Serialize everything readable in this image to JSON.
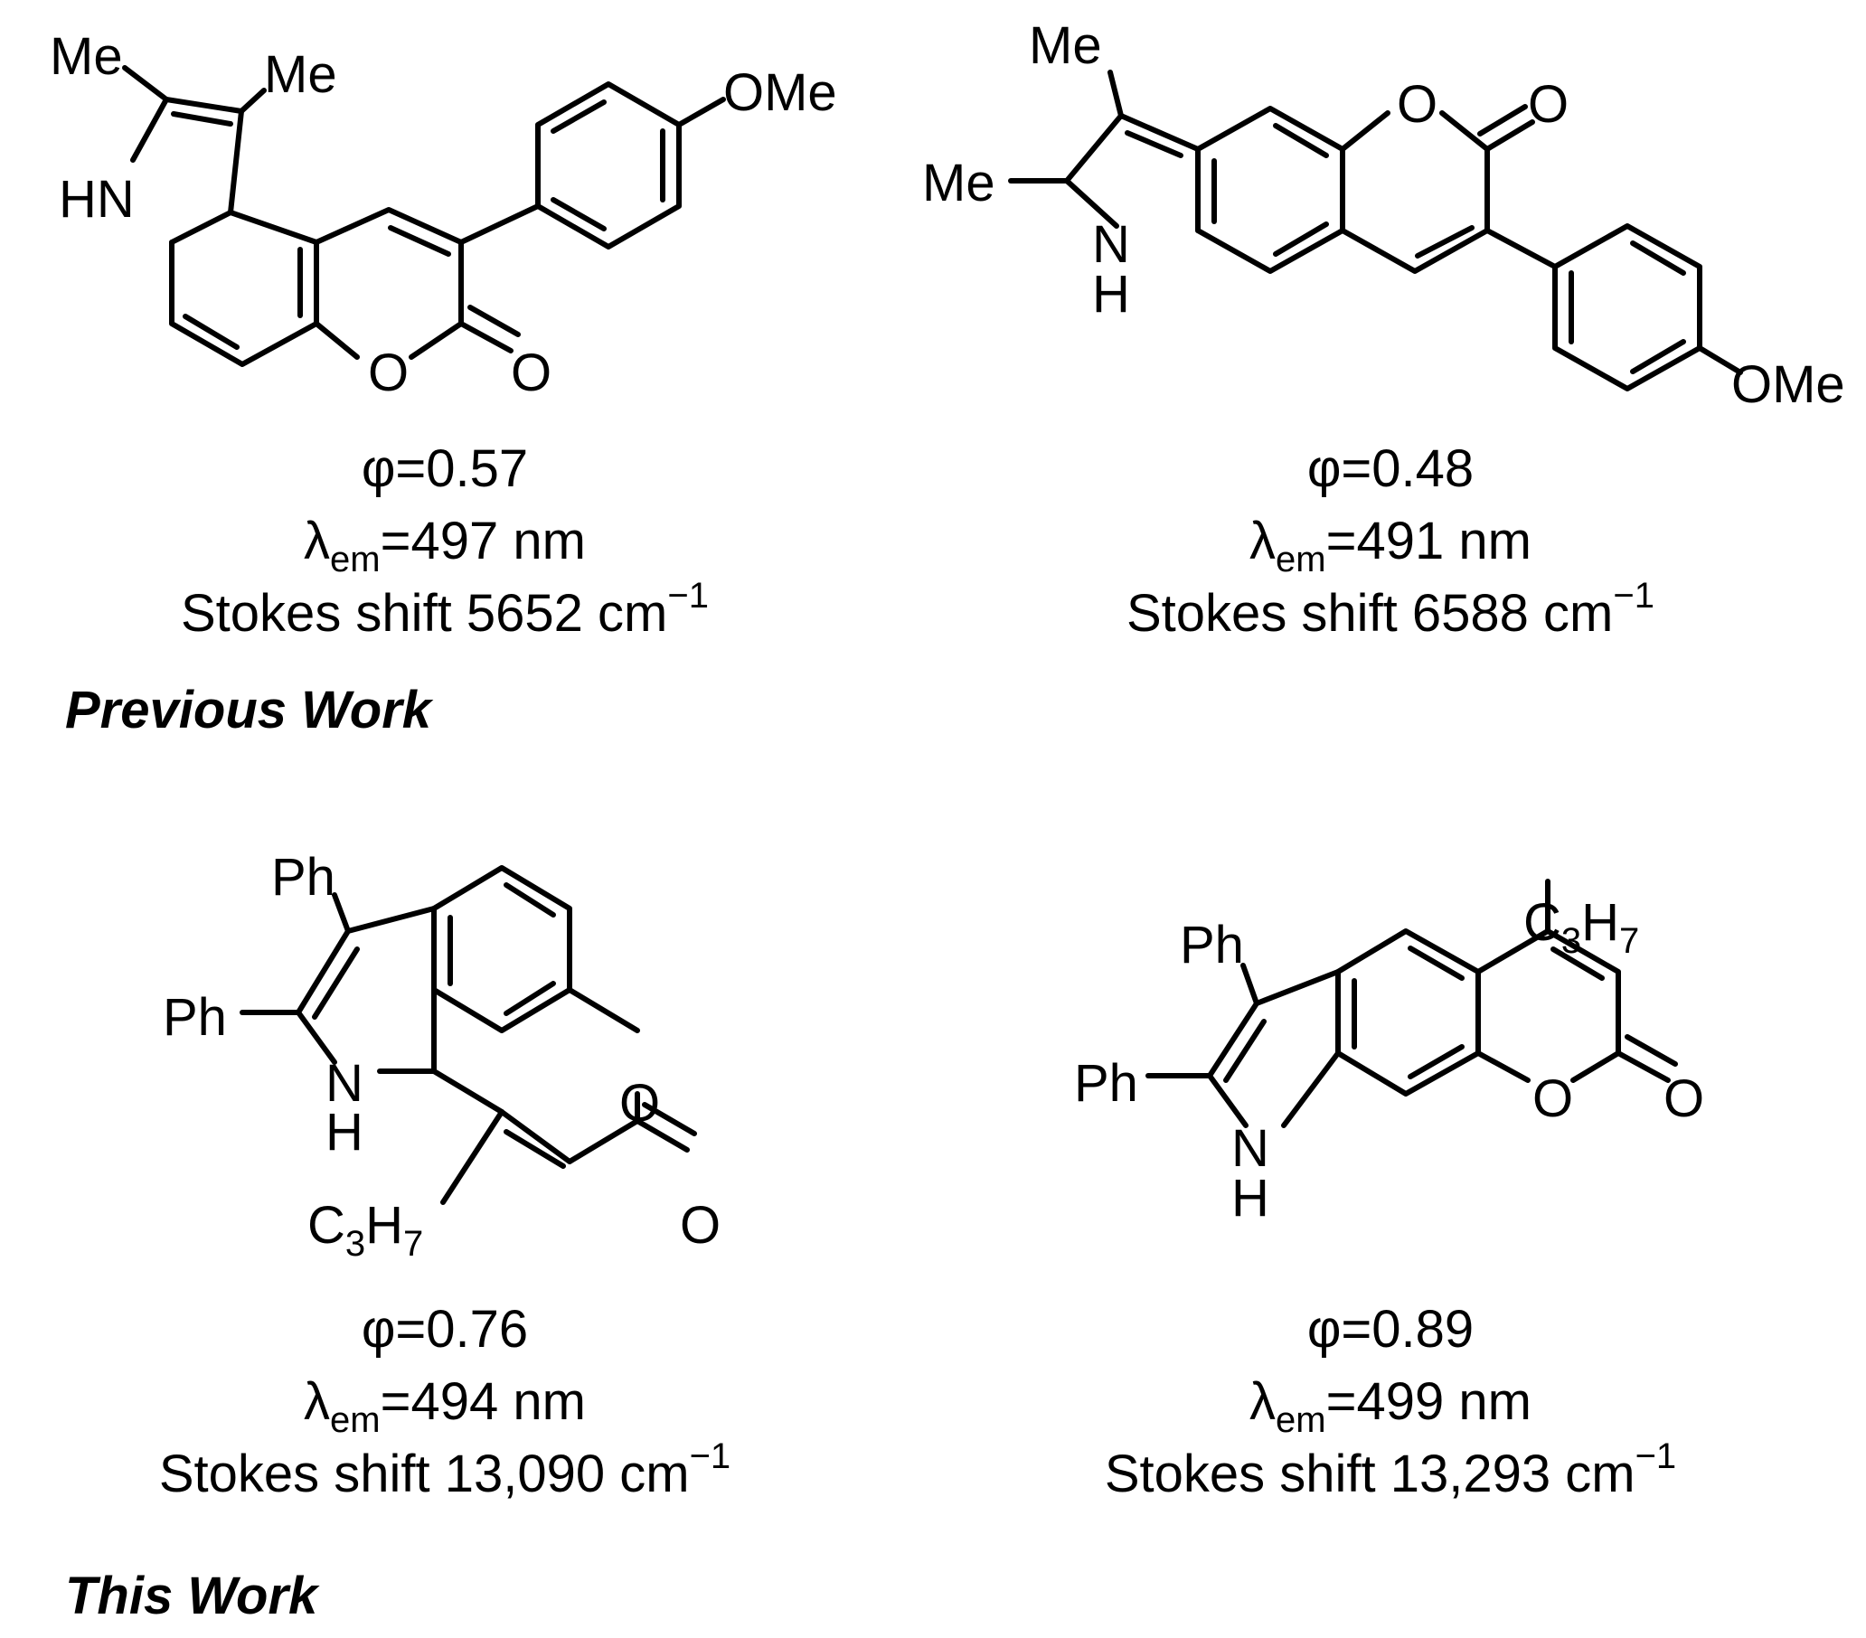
{
  "labels": {
    "me": "Me",
    "ome": "OMe",
    "hn": "HN",
    "n": "N",
    "h": "H",
    "o": "O",
    "ph": "Ph",
    "c": "C",
    "three": "3",
    "h7": "H",
    "seven": "7"
  },
  "sections": {
    "previous": "Previous Work",
    "this": "This Work"
  },
  "compounds": [
    {
      "phi": "φ=0.57",
      "lambda_symbol": "λ",
      "lambda_sub": "em",
      "lambda_value": "=497 nm",
      "stokes": "Stokes shift 5652 cm",
      "stokes_sup": "−1"
    },
    {
      "phi": "φ=0.48",
      "lambda_symbol": "λ",
      "lambda_sub": "em",
      "lambda_value": "=491 nm",
      "stokes": "Stokes shift 6588 cm",
      "stokes_sup": "−1"
    },
    {
      "phi": "φ=0.76",
      "lambda_symbol": "λ",
      "lambda_sub": "em",
      "lambda_value": "=494 nm",
      "stokes": "Stokes shift 13,090 cm",
      "stokes_sup": "−1"
    },
    {
      "phi": "φ=0.89",
      "lambda_symbol": "λ",
      "lambda_sub": "em",
      "lambda_value": "=499 nm",
      "stokes": "Stokes shift 13,293 cm",
      "stokes_sup": "−1"
    }
  ]
}
